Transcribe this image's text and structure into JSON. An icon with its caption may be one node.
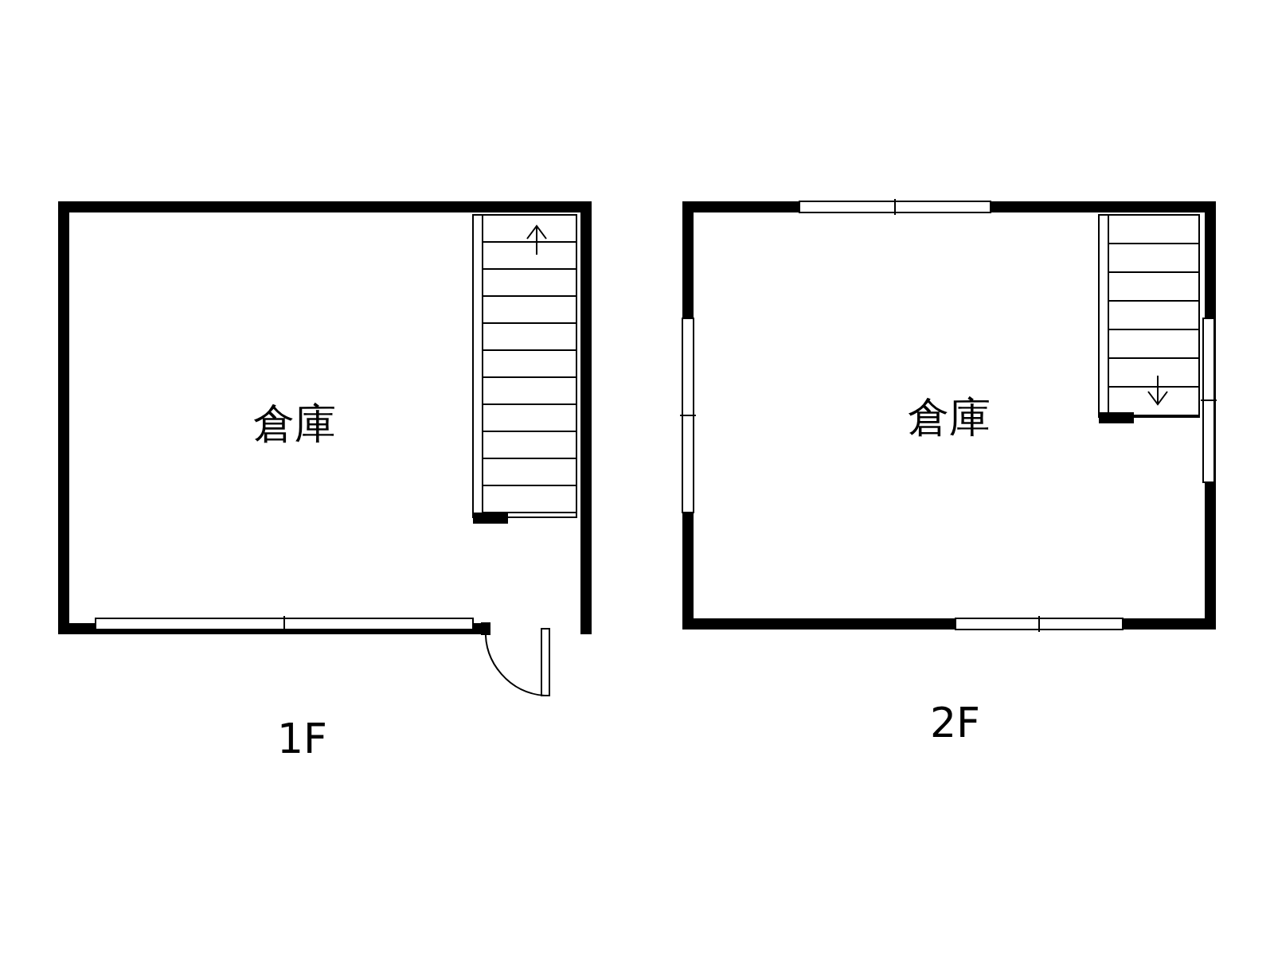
{
  "diagram": {
    "labels": [
      "倉庫",
      "倉庫",
      "1F",
      "2F"
    ]
  }
}
